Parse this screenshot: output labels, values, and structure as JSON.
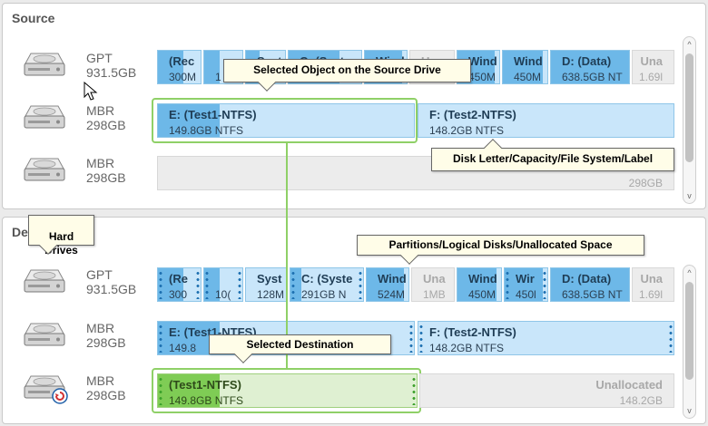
{
  "source": {
    "title": "Source",
    "disks": [
      {
        "type": "GPT",
        "size": "931.5GB"
      },
      {
        "type": "MBR",
        "size": "298GB"
      },
      {
        "type": "MBR",
        "size": "298GB"
      }
    ],
    "d1": [
      {
        "name": "(Rec",
        "size": "300M"
      },
      {
        "name": "",
        "size": "1"
      },
      {
        "name": "Syst",
        "size": ""
      },
      {
        "name": "C: (Syster",
        "size": ""
      },
      {
        "name": "Wind",
        "size": ""
      },
      {
        "name": "Una",
        "size": ""
      },
      {
        "name": "Wind",
        "size": "450M"
      },
      {
        "name": "Wind",
        "size": "450M"
      },
      {
        "name": "D: (Data)",
        "size": "638.5GB NT"
      },
      {
        "name": "Una",
        "size": "1.69l"
      }
    ],
    "d2": [
      {
        "name": "E: (Test1-NTFS)",
        "size": "149.8GB NTFS"
      },
      {
        "name": "F: (Test2-NTFS)",
        "size": "148.2GB NTFS"
      }
    ],
    "d3": [
      {
        "name": "",
        "size": "298GB"
      }
    ]
  },
  "destination": {
    "title": "De",
    "disks": [
      {
        "type": "GPT",
        "size": "931.5GB"
      },
      {
        "type": "MBR",
        "size": "298GB"
      },
      {
        "type": "MBR",
        "size": "298GB"
      }
    ],
    "d1": [
      {
        "name": "(Re",
        "size": "300"
      },
      {
        "name": "",
        "size": "10("
      },
      {
        "name": "Syst",
        "size": "128M"
      },
      {
        "name": "C: (Syste",
        "size": "291GB N"
      },
      {
        "name": "Wind",
        "size": "524M"
      },
      {
        "name": "Una",
        "size": "1MB"
      },
      {
        "name": "Wind",
        "size": "450M"
      },
      {
        "name": "Wir",
        "size": "450l"
      },
      {
        "name": "D: (Data)",
        "size": "638.5GB NT"
      },
      {
        "name": "Una",
        "size": "1.69l"
      }
    ],
    "d2": [
      {
        "name": "E: (Test1-NTFS)",
        "size": "149.8"
      },
      {
        "name": "F: (Test2-NTFS)",
        "size": "148.2GB NTFS"
      }
    ],
    "d3": [
      {
        "name": "(Test1-NTFS)",
        "size": "149.8GB NTFS"
      },
      {
        "name": "Unallocated",
        "size": "148.2GB"
      }
    ]
  },
  "callouts": {
    "selected_source": "Selected Object on the Source Drive",
    "disk_letter": "Disk Letter/Capacity/File System/Label",
    "hard_drives": "Hard\nDrives",
    "partitions": "Partitions/Logical Disks/Unallocated Space",
    "selected_dest": "Selected Destination"
  },
  "scroll_arrows": {
    "up": "^",
    "down": "v"
  },
  "colors": {
    "partition": "#c9e6fa",
    "used": "#6db8e8",
    "selected": "#8fd067",
    "unallocated": "#ececec"
  },
  "icons": [
    "hard-disk-icon",
    "restore-icon",
    "mouse-cursor-icon"
  ]
}
